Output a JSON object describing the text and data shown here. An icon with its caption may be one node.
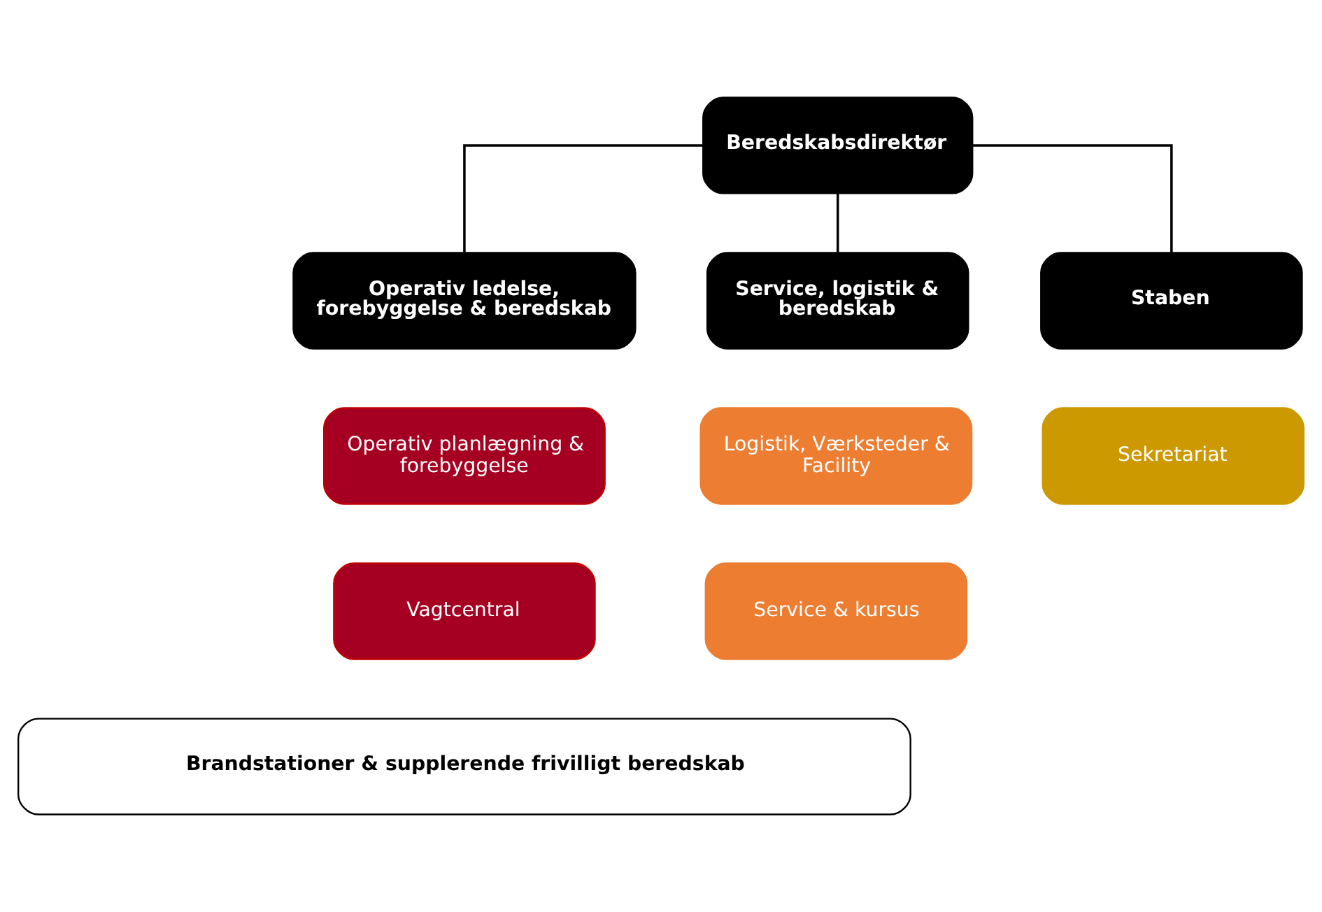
{
  "diagram": {
    "nodes": [
      {
        "text": [
          "Beredskabsdirektør"
        ]
      },
      {
        "text": [
          "Operativ ledelse, forebyggelse & beredskab"
        ]
      },
      {
        "text": [
          "Service, logistik & beredskab"
        ]
      },
      {
        "text": [
          "Staben"
        ]
      },
      {
        "text": [
          "Operativ planlægning & forebyggelse"
        ]
      },
      {
        "text": [
          "Vagtcentral"
        ]
      },
      {
        "text": [
          "Logistik, Værksteder & Facility"
        ]
      },
      {
        "text": [
          "Service & kursus"
        ]
      },
      {
        "text": [
          "Sekretariat"
        ]
      },
      {
        "text": [
          "Brandstationer & supplerende frivilligt beredskab"
        ]
      }
    ],
    "edges": [
      {
        "from": 0,
        "to": 1,
        "arrow": "none"
      },
      {
        "from": 0,
        "to": 2,
        "arrow": "none"
      },
      {
        "from": 0,
        "to": 3,
        "arrow": "none"
      }
    ]
  }
}
